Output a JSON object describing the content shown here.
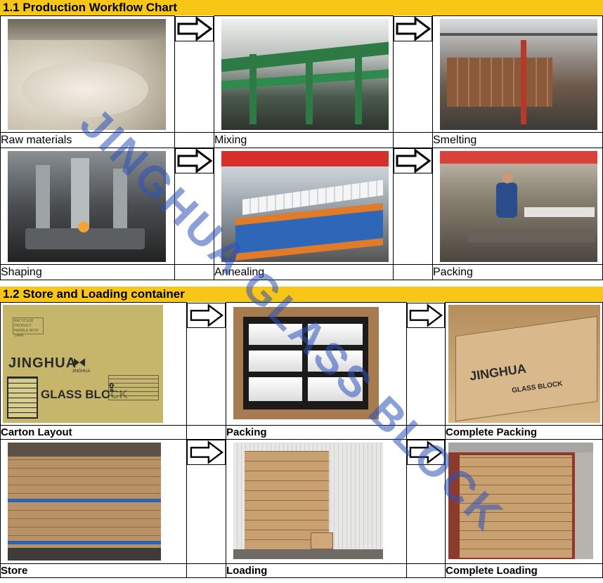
{
  "sections": [
    {
      "title": "1.1 Production Workflow Chart",
      "rows": [
        [
          "Raw materials",
          "Mixing",
          "Smelting"
        ],
        [
          "Shaping",
          "Annealing",
          "Packing"
        ]
      ]
    },
    {
      "title": "1.2 Store and Loading container",
      "rows": [
        [
          "Carton Layout",
          "Packing",
          "Complete Packing"
        ],
        [
          "Store",
          "Loading",
          "Complete Loading"
        ]
      ]
    }
  ],
  "carton": {
    "brand": "JINGHUA",
    "product": "GLASS BLOCK",
    "tag": "RECYCLED PRODUCT HANDLE WITH CARE",
    "mark": "JINGHUA"
  },
  "watermark": "JINGHUA GLASS BLOCK",
  "icons": [
    "right-arrow-icon"
  ],
  "colors": {
    "header_bg": "#f8c617",
    "watermark": "#2b52b9"
  }
}
